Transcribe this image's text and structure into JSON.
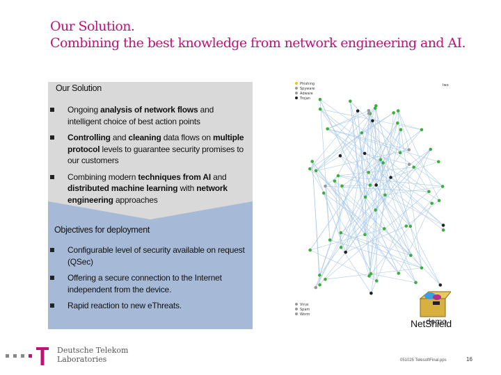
{
  "slide": {
    "title_line1": "Our Solution.",
    "title_line2": "Combining the best knowledge from network engineering and AI."
  },
  "solution": {
    "heading": "Our Solution",
    "bullets": [
      {
        "parts": [
          {
            "t": "Ongoing "
          },
          {
            "t": "analysis of network flows",
            "b": true
          },
          {
            "t": " and intelligent choice of best action points"
          }
        ]
      },
      {
        "parts": [
          {
            "t": "Controlling",
            "b": true
          },
          {
            "t": " and "
          },
          {
            "t": "cleaning",
            "b": true
          },
          {
            "t": " data flows on "
          },
          {
            "t": "multiple protocol",
            "b": true
          },
          {
            "t": " levels to guarantee security promises to our customers"
          }
        ]
      },
      {
        "parts": [
          {
            "t": "Combining modern "
          },
          {
            "t": "techniques from AI",
            "b": true
          },
          {
            "t": " and "
          },
          {
            "t": "distributed machine learning",
            "b": true
          },
          {
            "t": " with "
          },
          {
            "t": "network engineering",
            "b": true
          },
          {
            "t": " approaches"
          }
        ]
      }
    ]
  },
  "objectives": {
    "heading": "Objectives for deployment",
    "bullets": [
      "Configurable level of security available on request (QSec)",
      "Offering a secure connection to the Internet independent from the device.",
      "Rapid reaction to new eThreats."
    ]
  },
  "network_image": {
    "legend_top": [
      "Phishing",
      "Spyware",
      "Adware",
      "Trojan"
    ],
    "legend_bottom": [
      "Virus",
      "Spam",
      "Worm"
    ],
    "corner_label": "Iwo"
  },
  "product": {
    "name": "NetShield",
    "badge": "demo"
  },
  "branding": {
    "company_line1": "Deutsche Telekom",
    "company_line2": "Laboratories",
    "brand_color": "#c0107a"
  },
  "footer": {
    "file": "051025 TelesoftFinal.pps",
    "page": "16"
  }
}
